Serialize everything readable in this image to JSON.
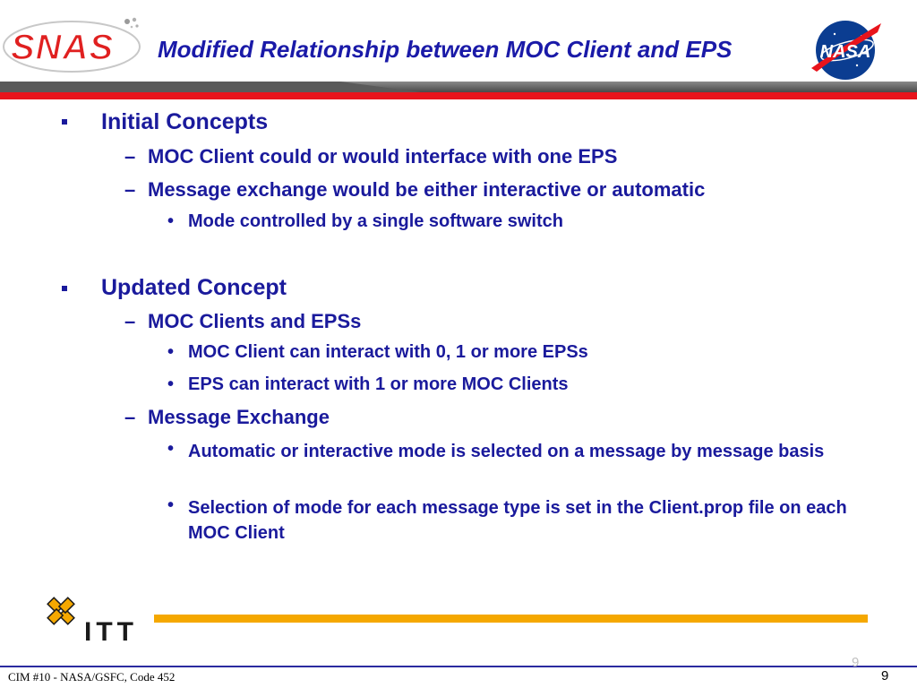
{
  "header": {
    "title": "Modified Relationship between MOC Client and EPS",
    "left_logo_text": "SNAS",
    "right_logo_text": "NASA"
  },
  "content": {
    "sections": [
      {
        "heading": "Initial Concepts",
        "items": [
          {
            "text": "MOC Client could or would interface with one EPS",
            "subitems": []
          },
          {
            "text": "Message exchange would be either interactive or automatic",
            "subitems": [
              "Mode controlled by a single software switch"
            ]
          }
        ]
      },
      {
        "heading": "Updated Concept",
        "items": [
          {
            "text": "MOC Clients and EPSs",
            "subitems": [
              "MOC Client can interact with 0, 1 or more EPSs",
              "EPS can interact with 1 or more MOC Clients"
            ]
          },
          {
            "text": "Message Exchange",
            "subitems": [
              "Automatic or interactive mode is selected on a message by message basis",
              "Selection of mode for each message type is set in the Client.prop file on each MOC Client"
            ]
          }
        ]
      }
    ]
  },
  "footer": {
    "logo_text": "ITT",
    "left_text": "CIM #10 - NASA/GSFC, Code 452",
    "faint_page_number": "9",
    "page_number": "9"
  },
  "colors": {
    "title": "#1a1aa8",
    "body_text": "#1a1a9c",
    "header_bar_red": "#e8141c",
    "header_bar_gray": "#5a5a5a",
    "orange_line": "#f5a800",
    "footer_line": "#2a2aa0",
    "snas_red": "#e02020",
    "nasa_blue": "#0b3d91"
  }
}
